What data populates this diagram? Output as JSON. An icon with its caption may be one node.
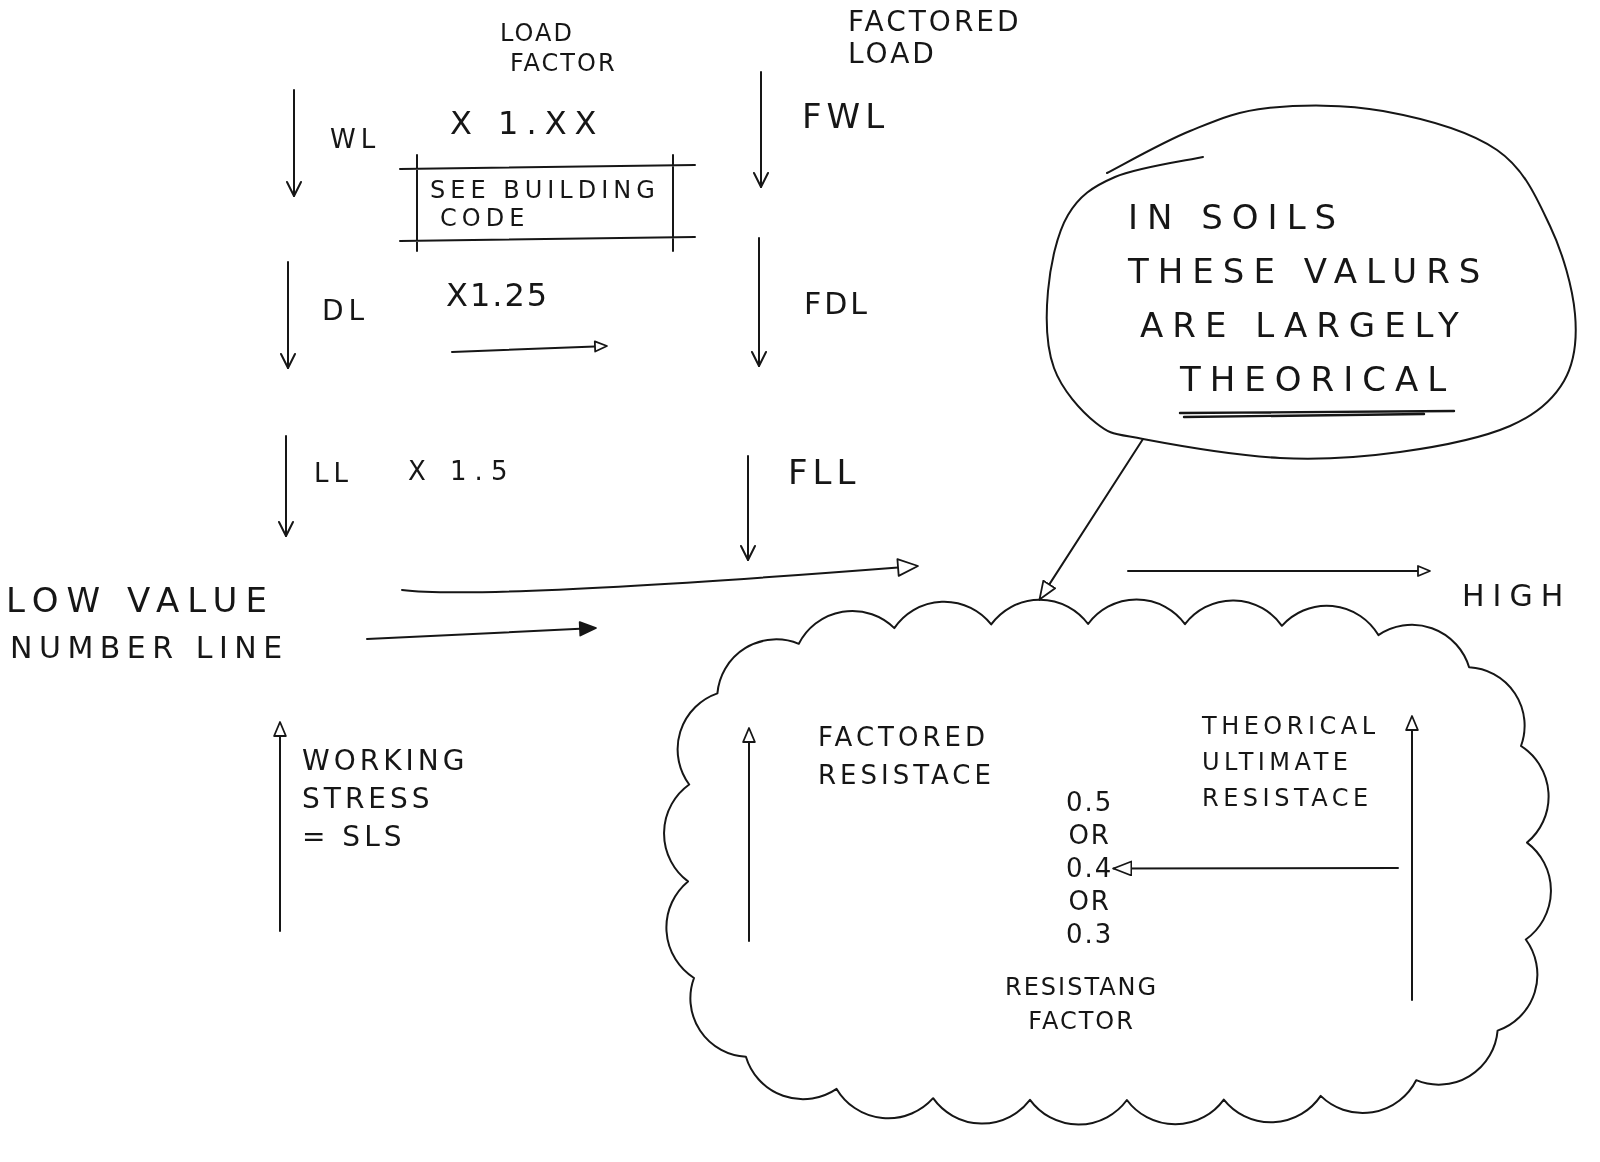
{
  "diagram": {
    "nodes": [
      {
        "text": [
          "SEE BUILDING CODE"
        ]
      },
      {
        "text": [
          "IN SOILS THESE VALURS ARE LARGELY THEORICAL"
        ]
      },
      {
        "text": [
          "FACTORED RESISTACE",
          "THEORICAL ULTIMATE RESISTACE",
          "RESISTANG FACTOR"
        ]
      },
      {
        "text": [
          "0.5 OR 0.4 OR 0.3"
        ],
        "in": 2
      }
    ],
    "edges": [
      {
        "from": 1,
        "to": 2,
        "arrow": "to"
      },
      {
        "from": null,
        "to": 3,
        "arrow": "to"
      }
    ],
    "labels": [
      "LOAD FACTOR",
      "FACTORED LOAD",
      "WL",
      "X 1.XX",
      "FWL",
      "DL",
      "X1.25",
      "FDL",
      "LL",
      "X 1.5",
      "FLL",
      "LOW VALUE",
      "HIGH",
      "NUMBER LINE",
      "WORKING STRESS = SLS"
    ]
  }
}
